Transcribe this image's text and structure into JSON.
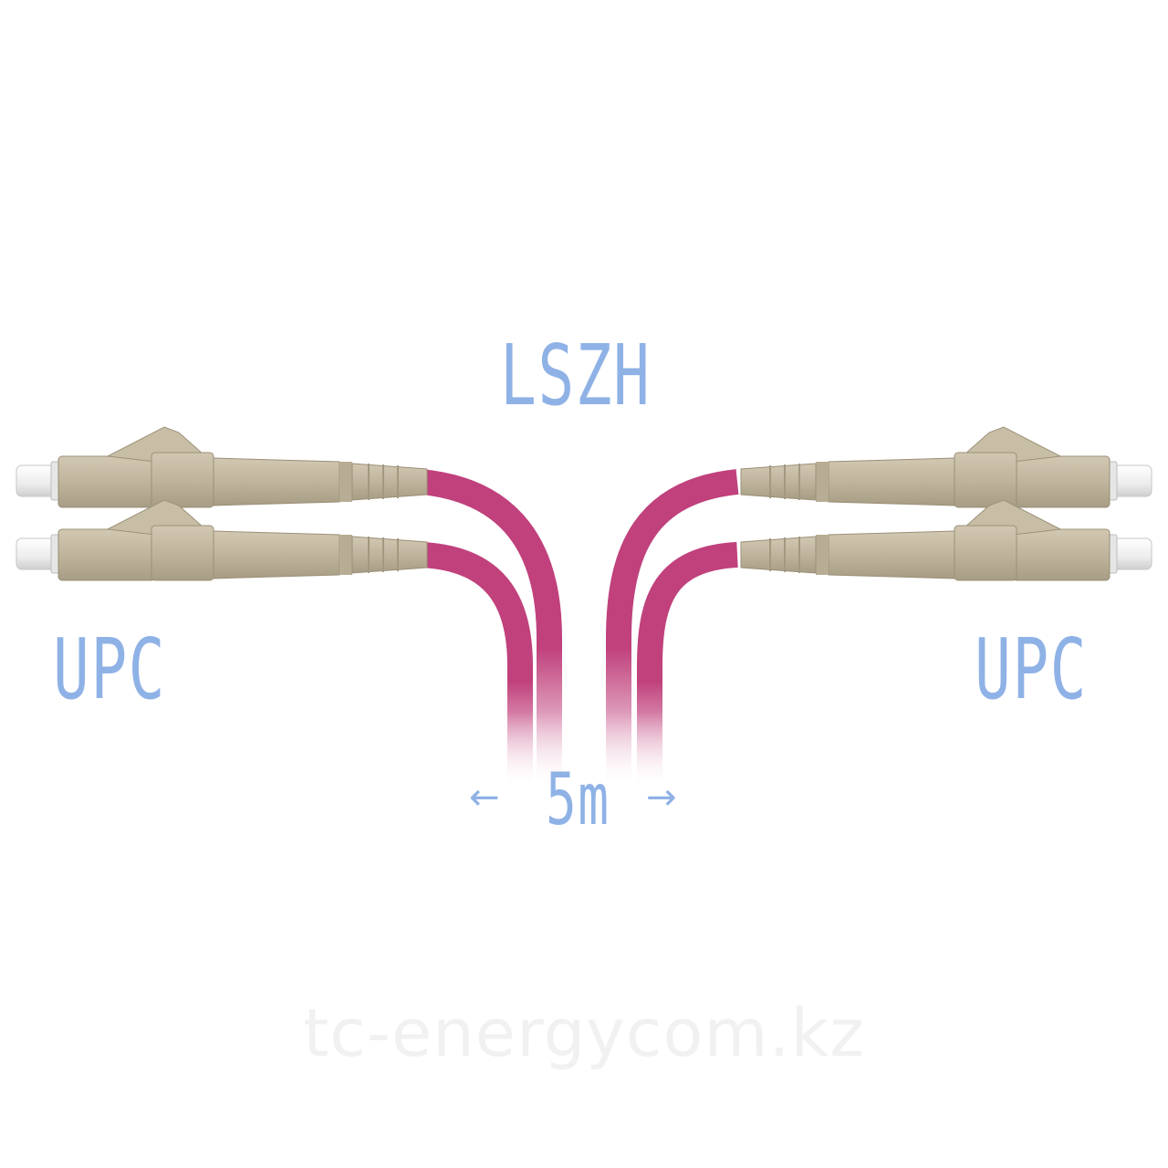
{
  "labels": {
    "jacket": "LSZH",
    "polish_left": "UPC",
    "polish_right": "UPC",
    "length": "5m",
    "arrow_left": "←",
    "arrow_right": "→"
  },
  "watermark": "tc-energycom.kz",
  "colors": {
    "cable": "#c0417c",
    "connector": "#bfb49c",
    "ferrule": "#f2f2f2",
    "label_text": "#8fb2e6",
    "watermark": "#f1f1f1"
  },
  "connectors": {
    "left_count": 2,
    "right_count": 2,
    "type_icon": "lc-connector-icon"
  }
}
